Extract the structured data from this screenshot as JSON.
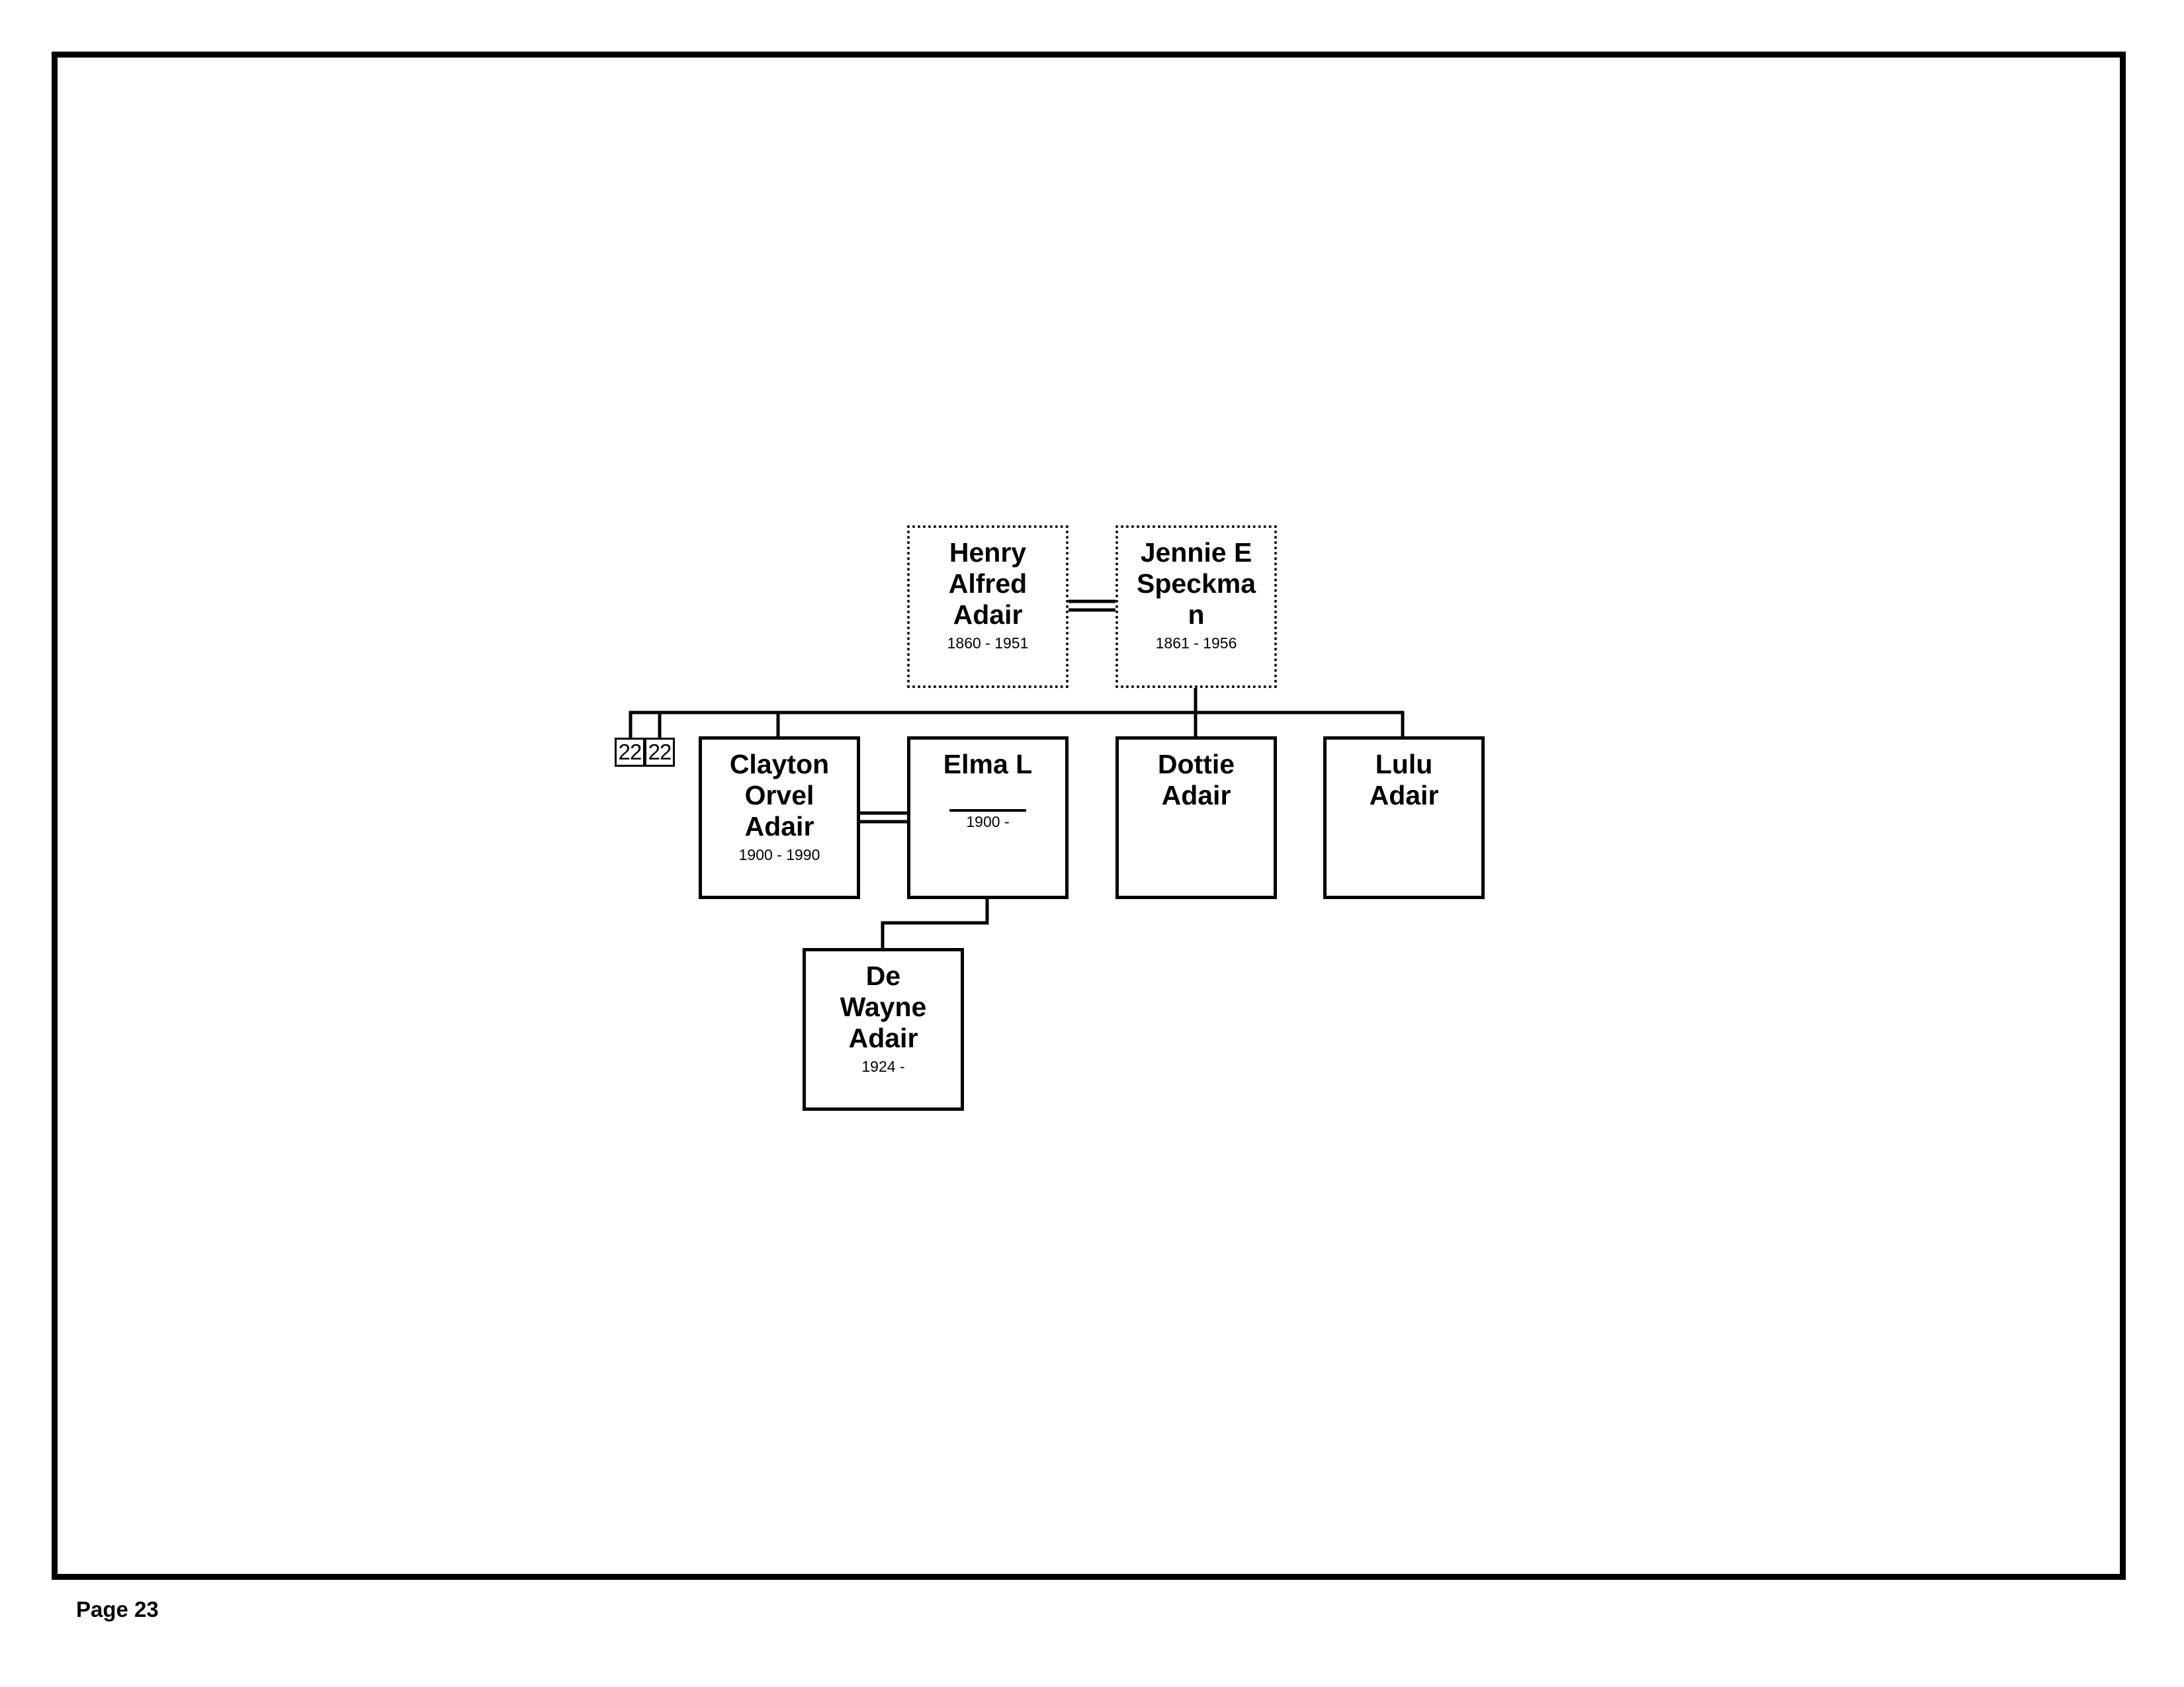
{
  "people": {
    "henry": {
      "name": "Henry\nAlfred\nAdair",
      "dates": "1860 - 1951"
    },
    "jennie": {
      "name": "Jennie E\nSpeckma\nn",
      "dates": "1861 - 1956"
    },
    "clayton": {
      "name": "Clayton\nOrvel\nAdair",
      "dates": "1900 - 1990"
    },
    "elma": {
      "name": "Elma L",
      "dates": "1900 -"
    },
    "dottie": {
      "name": "Dottie\nAdair",
      "dates": ""
    },
    "lulu": {
      "name": "Lulu\nAdair",
      "dates": ""
    },
    "dewayne": {
      "name": "De\nWayne\nAdair",
      "dates": "1924 -"
    }
  },
  "references": [
    "22",
    "22"
  ],
  "footer": {
    "page_label": "Page 23"
  }
}
